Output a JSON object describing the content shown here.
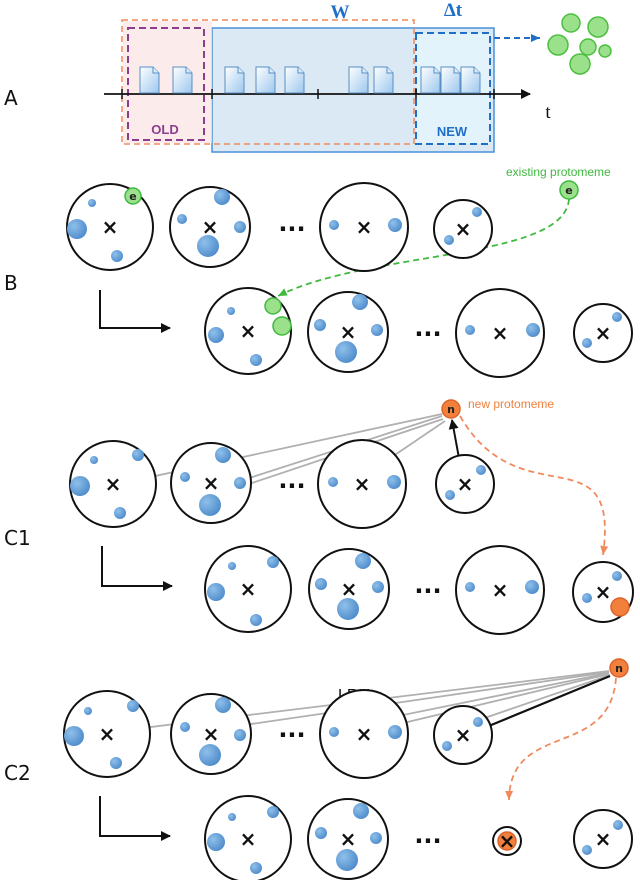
{
  "rows": {
    "a": "A",
    "b": "B",
    "c1": "C1",
    "c2": "C2"
  },
  "panel_a": {
    "window_label": "W",
    "delta_label": "Δt",
    "old_label": "OLD",
    "new_label": "NEW",
    "time_label": "t"
  },
  "labels": {
    "existing_protomeme": "existing protomeme",
    "new_protomeme": "new protomeme",
    "lru": "LRU",
    "ellipsis": "···",
    "center_mark": "×",
    "existing_badge": "e",
    "new_badge": "n"
  },
  "colors": {
    "blue_point": "#5b9bd5",
    "green_point": "#92d36e",
    "orange_point": "#f0803c",
    "window_blue": "#1f6fc9",
    "old_purple": "#8e3d8e",
    "dashed_orange": "#f08a5d"
  }
}
